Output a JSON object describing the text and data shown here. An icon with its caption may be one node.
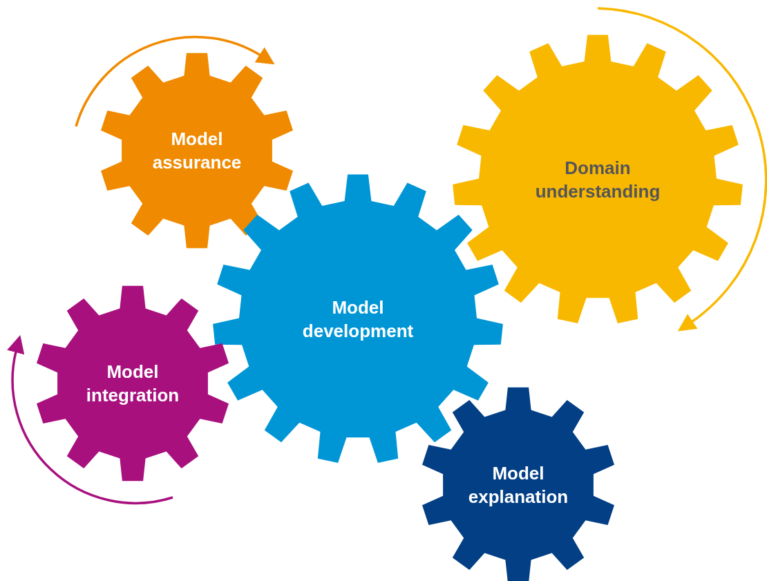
{
  "diagram": {
    "nodes": [
      {
        "text": [
          "Model assurance"
        ]
      },
      {
        "text": [
          "Domain understanding"
        ]
      },
      {
        "text": [
          "Model development"
        ]
      },
      {
        "text": [
          "Model integration"
        ]
      },
      {
        "text": [
          "Model explanation"
        ]
      }
    ]
  }
}
